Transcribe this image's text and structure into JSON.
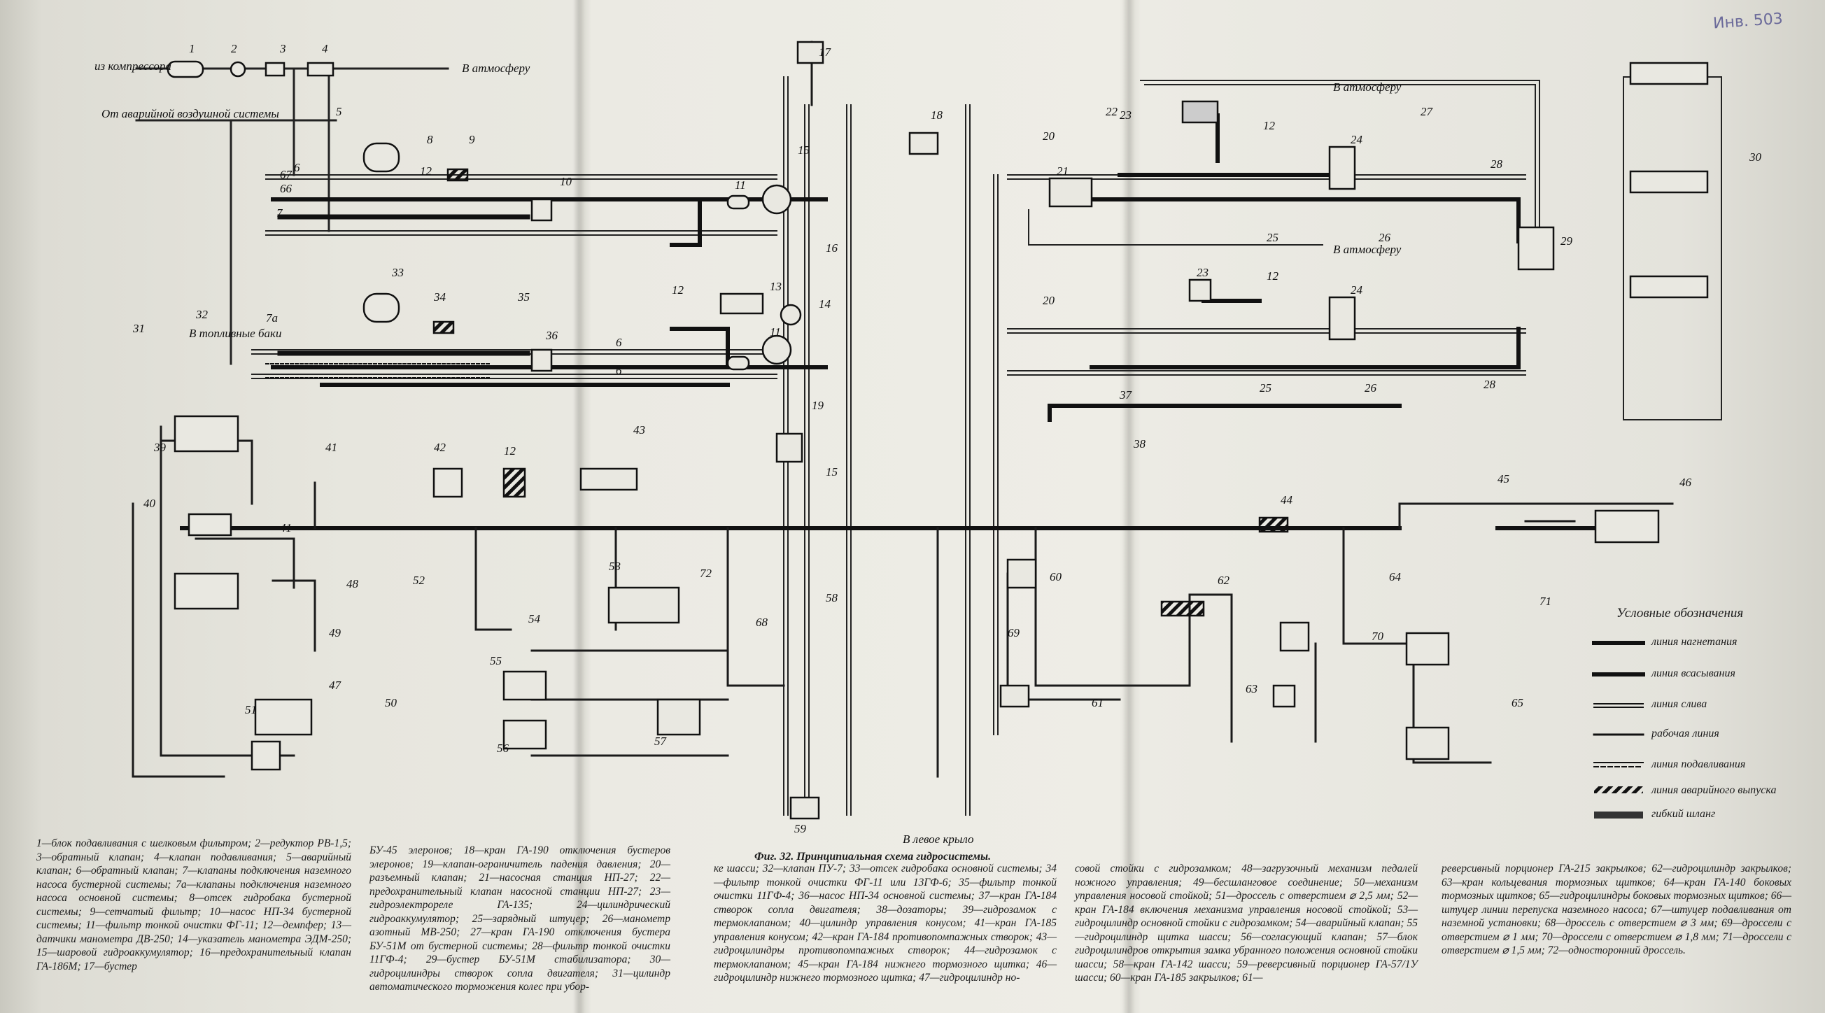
{
  "caption": "Фиг. 32. Принципиальная схема гидросистемы.",
  "stamp": "Инв. 503",
  "flow_labels": {
    "from_compressor": "из компрессора",
    "to_atmosphere_1": "В атмосферу",
    "from_emergency_air": "От аварийной воздушной системы",
    "to_atmosphere_2": "В атмосферу",
    "to_atmosphere_3": "В атмосферу",
    "to_fuel_tanks": "В топливные баки",
    "to_left_wing": "В левое крыло"
  },
  "legend": {
    "title": "Условные обозначения",
    "items": [
      "линия нагнетания",
      "линия всасывания",
      "линия слива",
      "рабочая линия",
      "линия подавливания",
      "линия аварийного выпуска",
      "гибкий шланг"
    ]
  },
  "callouts": [
    "1",
    "2",
    "3",
    "4",
    "5",
    "6",
    "7",
    "7а",
    "8",
    "9",
    "10",
    "11",
    "12",
    "13",
    "14",
    "15",
    "16",
    "17",
    "18",
    "19",
    "20",
    "21",
    "22",
    "23",
    "24",
    "25",
    "26",
    "27",
    "28",
    "29",
    "30",
    "31",
    "32",
    "33",
    "34",
    "35",
    "36",
    "37",
    "38",
    "39",
    "40",
    "41",
    "42",
    "43",
    "44",
    "45",
    "46",
    "47",
    "48",
    "49",
    "50",
    "51",
    "52",
    "53",
    "54",
    "55",
    "56",
    "57",
    "58",
    "59",
    "60",
    "61",
    "62",
    "63",
    "64",
    "65",
    "66",
    "67",
    "68",
    "69",
    "70",
    "71",
    "72"
  ],
  "description_columns": [
    "1—блок подавливания с шелковым фильтром; 2—редуктор РВ-1,5; 3—обратный клапан; 4—клапан подавливания; 5—аварийный клапан; 6—обратный клапан; 7—клапаны подключения наземного насоса бустерной системы; 7а—клапаны подключения наземного насоса основной системы; 8—отсек гидробака бустерной системы; 9—сетчатый фильтр; 10—насос НП-34 бустерной системы; 11—фильтр тонкой очистки ФГ-11; 12—демпфер; 13—датчики манометра ДВ-250; 14—указатель манометра ЭДМ-250; 15—шаровой гидроаккумулятор; 16—предохранительный клапан ГА-186М; 17—бустер",
    "БУ-45 элеронов; 18—кран ГА-190 отключения бустеров элеронов; 19—клапан-ограничитель падения давления; 20—разъемный клапан; 21—насосная станция НП-27; 22—предохранительный клапан насосной станции НП-27; 23—гидроэлектрореле ГА-135; 24—цилиндрический гидроаккумулятор; 25—зарядный штуцер; 26—манометр азотный МВ-250; 27—кран ГА-190 отключения бустера БУ-51М от бустерной системы; 28—фильтр тонкой очистки 11ГФ-4; 29—бустер БУ-51М стабилизатора; 30—гидроцилиндры створок сопла двигателя; 31—цилиндр автоматического торможения колес при убор-",
    "ке шасси; 32—клапан ПУ-7; 33—отсек гидробака основной системы; 34—фильтр тонкой очистки ФГ-11 или 13ГФ-6; 35—фильтр тонкой очистки 11ГФ-4; 36—насос НП-34 основной системы; 37—кран ГА-184 створок сопла двигателя; 38—дозаторы; 39—гидрозамок с термоклапаном; 40—цилиндр управления конусом; 41—кран ГА-185 управления конусом; 42—кран ГА-184 противопомпажных створок; 43—гидроцилиндры противопомпажных створок; 44—гидрозамок с термоклапаном; 45—кран ГА-184 нижнего тормозного щитка; 46—гидроцилиндр нижнего тормозного щитка; 47—гидроцилиндр но-",
    "совой стойки с гидрозамком; 48—загрузочный механизм педалей ножного управления; 49—бесшланговое соединение; 50—механизм управления носовой стойкой; 51—дроссель с отверстием ⌀ 2,5 мм; 52—кран ГА-184 включения механизма управления носовой стойкой; 53—гидроцилиндр основной стойки с гидрозамком; 54—аварийный клапан; 55—гидроцилиндр щитка шасси; 56—согласующий клапан; 57—блок гидроцилиндров открытия замка убранного положения основной стойки шасси; 58—кран ГА-142 шасси; 59—реверсивный порционер ГА-57/1У шасси; 60—кран ГА-185 закрылков; 61—",
    "реверсивный порционер ГА-215 закрылков; 62—гидроцилиндр закрылков; 63—кран кольцевания тормозных щитков; 64—кран ГА-140 боковых тормозных щитков; 65—гидроцилиндры боковых тормозных щитков; 66—штуцер линии перепуска наземного насоса; 67—штуцер подавливания от наземной установки; 68—дроссель с отверстием ⌀ 3 мм; 69—дроссели с отверстием ⌀ 1 мм; 70—дроссели с отверстием ⌀ 1,8 мм; 71—дроссели с отверстием ⌀ 1,5 мм; 72—односторонний дроссель."
  ]
}
